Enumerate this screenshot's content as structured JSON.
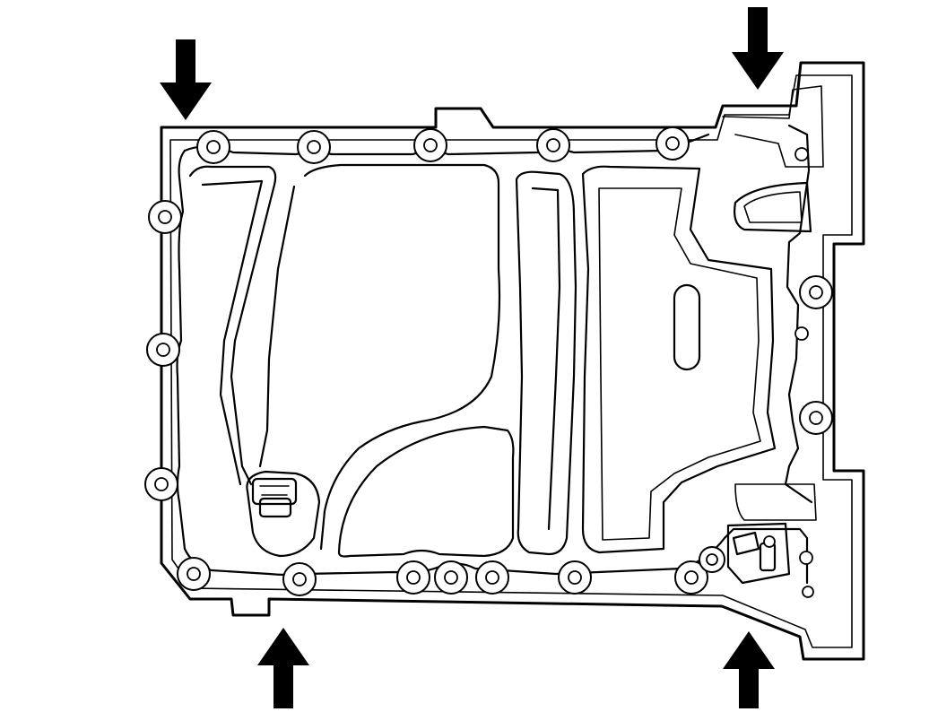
{
  "diagram": {
    "subject": "oil-pan-gasket-surface",
    "arrows": [
      {
        "id": "top-left",
        "direction": "down"
      },
      {
        "id": "top-right",
        "direction": "down"
      },
      {
        "id": "bottom-left",
        "direction": "up"
      },
      {
        "id": "bottom-right",
        "direction": "up"
      }
    ],
    "colors": {
      "line": "#000000",
      "background": "#ffffff"
    }
  }
}
